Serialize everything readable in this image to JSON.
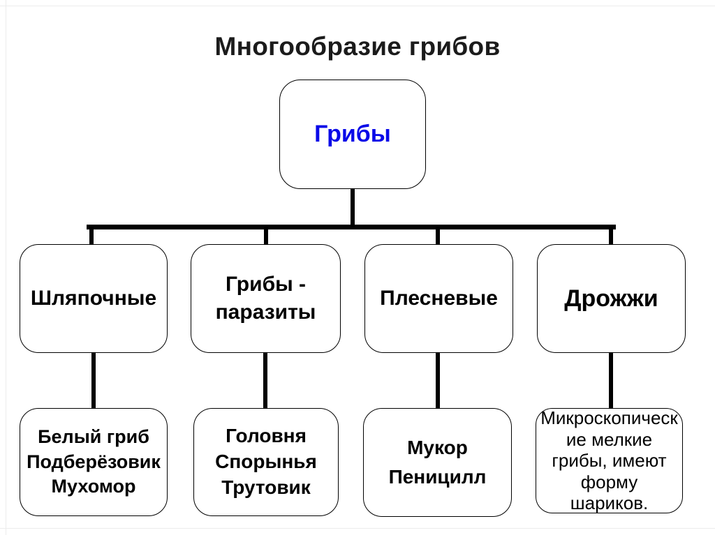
{
  "title": "Многообразие грибов",
  "colors": {
    "root_label": "#0a0ae8",
    "node_border": "#000000",
    "connector": "#000000",
    "background": "#ffffff"
  },
  "root": {
    "label": "Грибы"
  },
  "branches": [
    {
      "label": "Шляпочные",
      "examples": "Белый гриб\nПодберёзовик\nМухомор"
    },
    {
      "label": "Грибы -\nпаразиты",
      "examples": "Головня\nСпорынья\nТрутовик"
    },
    {
      "label": "Плесневые",
      "examples": "Мукор\nПеницилл"
    },
    {
      "label": "Дрожжи",
      "examples": "Микроскопическ\nие мелкие\nгрибы, имеют\nформу\nшариков."
    }
  ]
}
